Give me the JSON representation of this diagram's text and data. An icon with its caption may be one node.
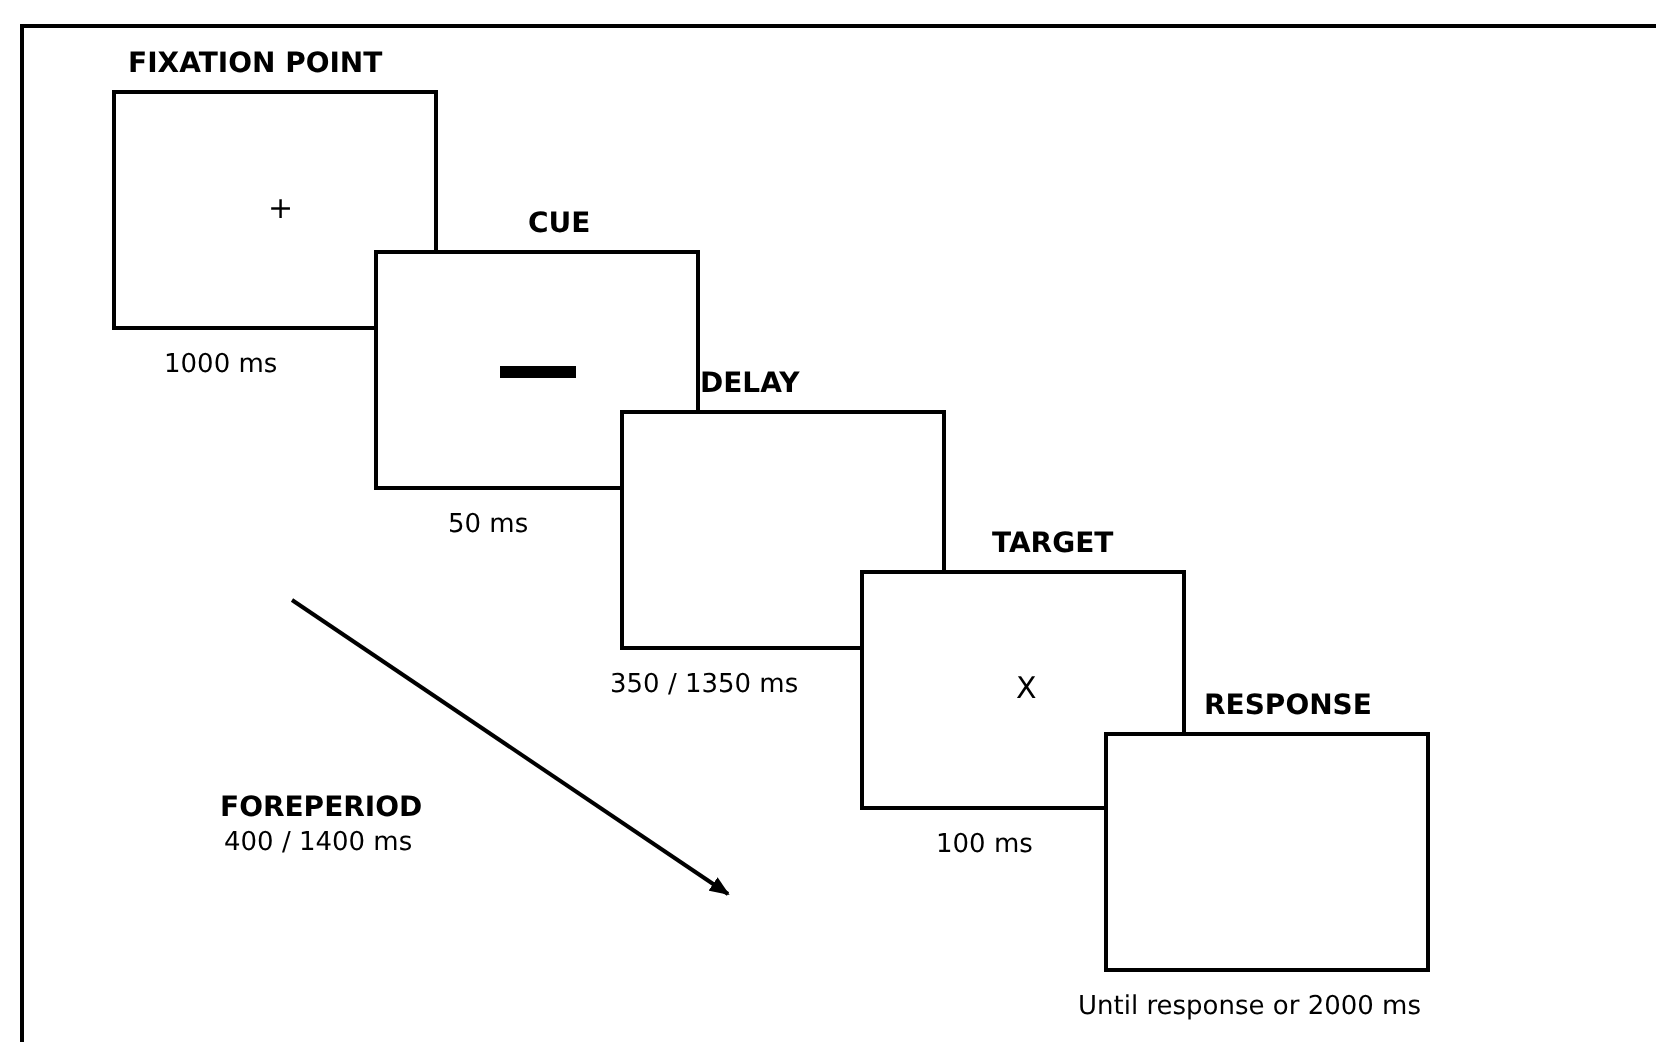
{
  "diagram": {
    "nodes": [
      {
        "text": [
          "FIXATION POINT",
          "+"
        ],
        "beside": [
          "1000 ms"
        ]
      },
      {
        "text": [
          "CUE"
        ],
        "beside": [
          "50 ms"
        ]
      },
      {
        "text": [
          "DELAY"
        ],
        "beside": [
          "350 / 1350 ms"
        ]
      },
      {
        "text": [
          "TARGET",
          "X"
        ],
        "beside": [
          "100 ms"
        ]
      },
      {
        "text": [
          "RESPONSE"
        ],
        "beside": [
          "Until response or 2000 ms"
        ]
      }
    ],
    "labels": [
      "FOREPERIOD",
      "400 / 1400 ms"
    ]
  }
}
